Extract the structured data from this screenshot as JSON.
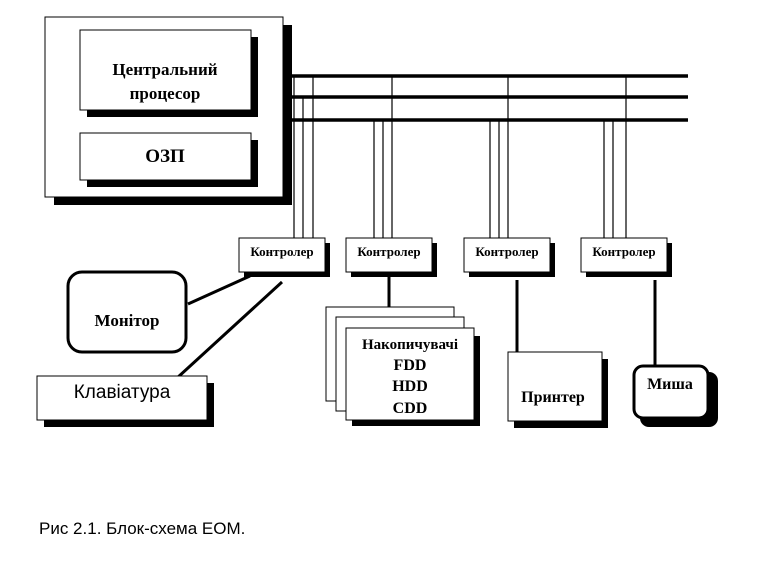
{
  "diagram": {
    "cpu_label_line1": "Центральний",
    "cpu_label_line2": "процесор",
    "ram_label": "ОЗП",
    "controllers": [
      "Контролер",
      "Контролер",
      "Контролер",
      "Контролер"
    ],
    "monitor_label": "Монітор",
    "keyboard_label": "Клавіатура",
    "storage_label_line1": "Накопичувачі",
    "storage_label_line2": "FDD",
    "storage_label_line3": "HDD",
    "storage_label_line4": "CDD",
    "printer_label": "Принтер",
    "mouse_label": "Миша"
  },
  "caption": "Рис 2.1. Блок-схема ЕОМ."
}
